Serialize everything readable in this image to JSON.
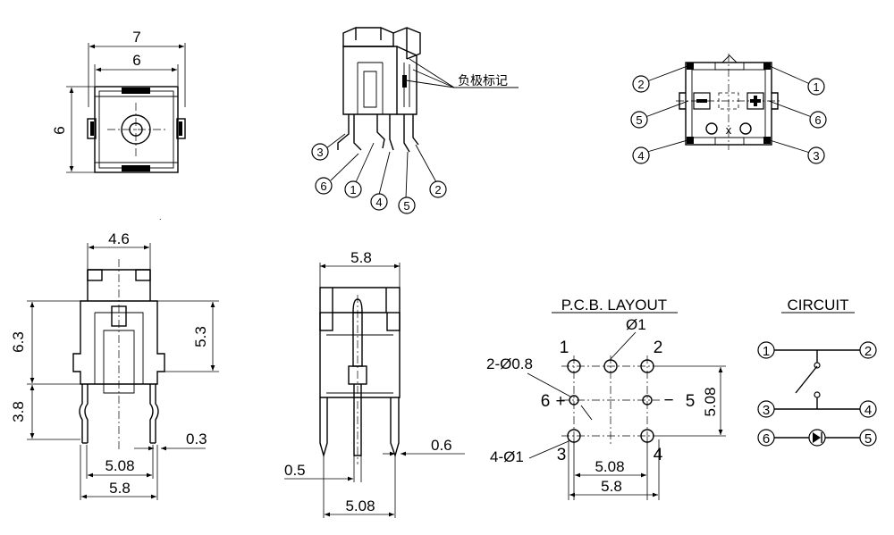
{
  "front_view": {
    "dim_width_outer": "7",
    "dim_width_inner": "6",
    "dim_height": "6"
  },
  "iso_view": {
    "polarity_note": "负极标记",
    "pins": [
      "3",
      "6",
      "1",
      "4",
      "5",
      "2"
    ]
  },
  "top_view": {
    "pins": {
      "top_left": "2",
      "top_right": "1",
      "mid_left": "5",
      "mid_right": "6",
      "bottom_left": "4",
      "bottom_right": "3"
    }
  },
  "side_view_a": {
    "dim_top": "4.6",
    "dim_left_upper": "6.3",
    "dim_left_lower": "3.8",
    "dim_right": "5.3",
    "dim_pin": "0.3",
    "dim_pitch": "5.08",
    "dim_width": "5.8"
  },
  "side_view_b": {
    "dim_top": "5.8",
    "dim_pin_left": "0.5",
    "dim_pin_right": "0.6",
    "dim_pitch": "5.08"
  },
  "pcb_layout": {
    "title": "P.C.B. LAYOUT",
    "hole_center": "Ø1",
    "hole_small": "2-Ø0.8",
    "hole_corner": "4-Ø1",
    "pin_labels": {
      "p1": "1",
      "p2": "2",
      "p3": "3",
      "p4": "4",
      "p5": "5",
      "p6": "6"
    },
    "plus": "+",
    "minus": "−",
    "dim_right": "5.08",
    "dim_bottom_inner": "5.08",
    "dim_bottom_outer": "5.8"
  },
  "circuit": {
    "title": "CIRCUIT",
    "pins": {
      "p1": "1",
      "p2": "2",
      "p3": "3",
      "p4": "4",
      "p5": "5",
      "p6": "6"
    }
  }
}
